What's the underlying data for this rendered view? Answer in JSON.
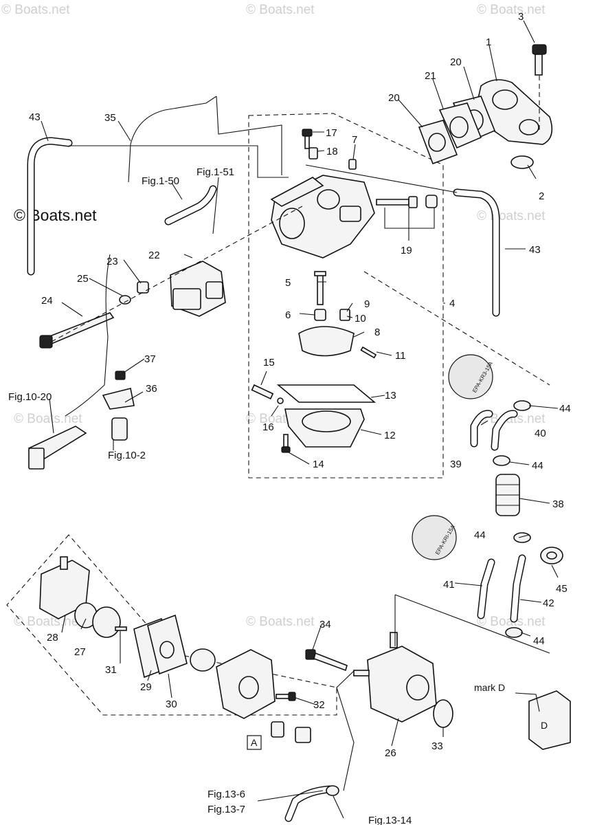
{
  "watermark": {
    "site": "© Boats.net",
    "header_left": "© Boats.net",
    "header_mid": "© Boats.net",
    "header_right": "© Boats.net"
  },
  "callouts": {
    "p1": "1",
    "p2": "2",
    "p3": "3",
    "p4": "4",
    "p5": "5",
    "p6": "6",
    "p7": "7",
    "p8": "8",
    "p9": "9",
    "p10": "10",
    "p11": "11",
    "p12": "12",
    "p13": "13",
    "p14": "14",
    "p15": "15",
    "p16": "16",
    "p17": "17",
    "p18": "18",
    "p19": "19",
    "p20a": "20",
    "p20b": "20",
    "p21": "21",
    "p22": "22",
    "p23": "23",
    "p24": "24",
    "p25": "25",
    "p26": "26",
    "p27": "27",
    "p28": "28",
    "p29": "29",
    "p30": "30",
    "p31": "31",
    "p32": "32",
    "p33": "33",
    "p34": "34",
    "p35": "35",
    "p36": "36",
    "p37": "37",
    "p38": "38",
    "p39": "39",
    "p40": "40",
    "p41": "41",
    "p42": "42",
    "p43a": "43",
    "p43b": "43",
    "p44a": "44",
    "p44b": "44",
    "p44c": "44",
    "p44d": "44",
    "p45": "45"
  },
  "references": {
    "fig1_50": "Fig.1-50",
    "fig1_51": "Fig.1-51",
    "fig10_20": "Fig.10-20",
    "fig10_2": "Fig.10-2",
    "fig13_6": "Fig.13-6",
    "fig13_7": "Fig.13-7",
    "fig13_14": "Fig.13-14",
    "mark_d": "mark D",
    "mark_d_letter": "D",
    "marker_a": "A"
  },
  "stamps": {
    "upper": "EPA-KR3-15A",
    "lower": "EPA-KRI-15A"
  }
}
